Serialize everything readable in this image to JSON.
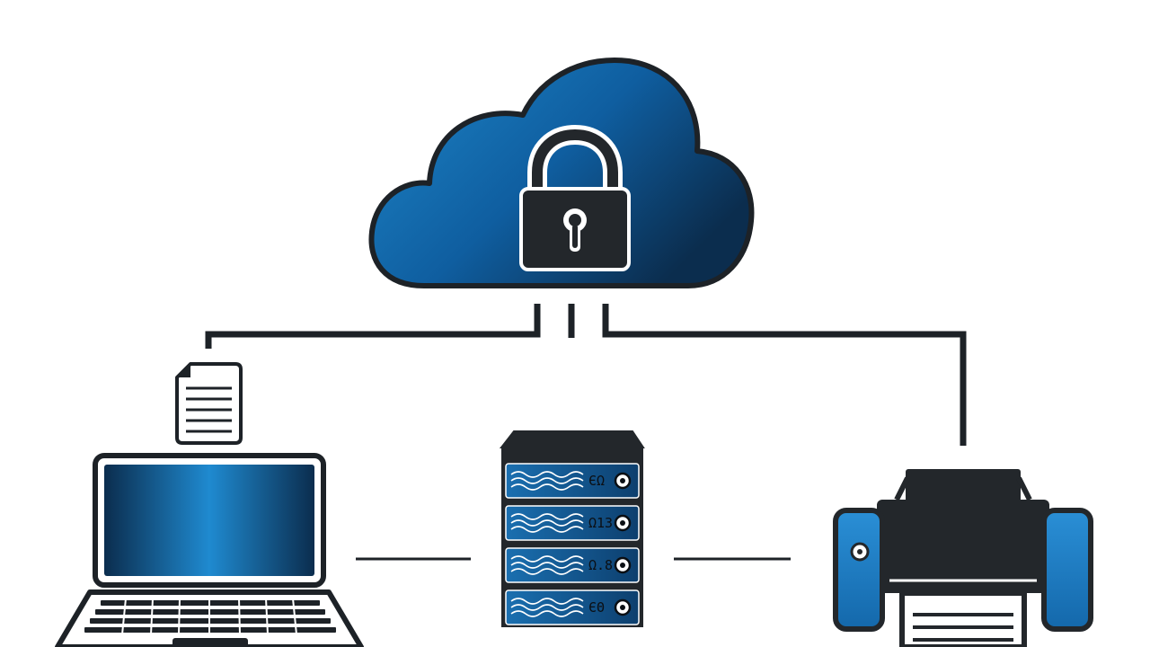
{
  "colors": {
    "outline": "#1d2227",
    "cloud_light": "#1e86c8",
    "cloud_dark": "#0b2d4e",
    "device_blue": "#1a7dc2",
    "device_dark": "#23272b",
    "paper": "#ffffff"
  },
  "icons": {
    "cloud": "cloud-icon",
    "lock": "padlock-icon",
    "document": "document-icon",
    "laptop": "laptop-icon",
    "server": "server-rack-icon",
    "printer": "printer-icon"
  },
  "server": {
    "unit_labels": [
      "ЄΩ",
      "Ω13",
      "Ω.8",
      "ЄΘ"
    ]
  }
}
